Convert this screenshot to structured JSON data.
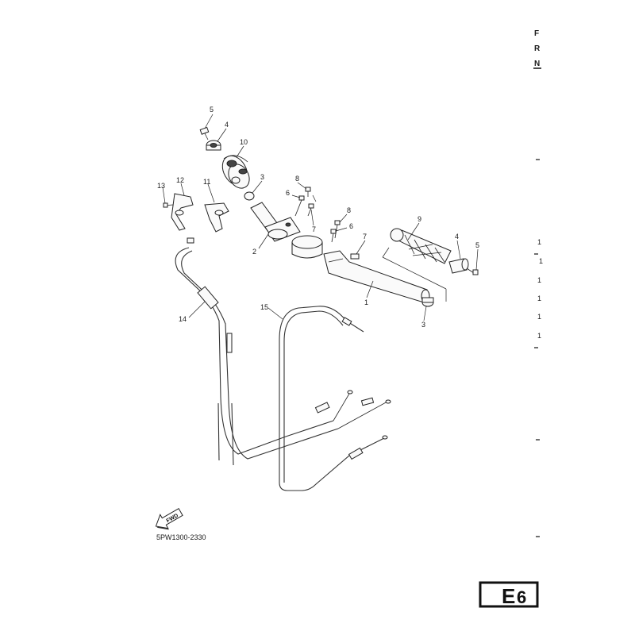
{
  "header_letters": [
    "F",
    "R",
    "N"
  ],
  "page_code": "E",
  "page_number": "6",
  "diagram_code": "5PW1300-2330",
  "fwd_label": "FWD",
  "callouts": {
    "p1": "1",
    "p2": "2",
    "p3a": "3",
    "p3b": "3",
    "p4a": "4",
    "p4b": "4",
    "p5a": "5",
    "p5b": "5",
    "p6a": "6",
    "p6b": "6",
    "p7a": "7",
    "p7b": "7",
    "p8a": "8",
    "p8b": "8",
    "p9": "9",
    "p10": "10",
    "p11": "11",
    "p12": "12",
    "p13": "13",
    "p14": "14",
    "p15": "15"
  },
  "right_edge_marks": [
    "1",
    "1",
    "1",
    "1",
    "1",
    "1"
  ]
}
